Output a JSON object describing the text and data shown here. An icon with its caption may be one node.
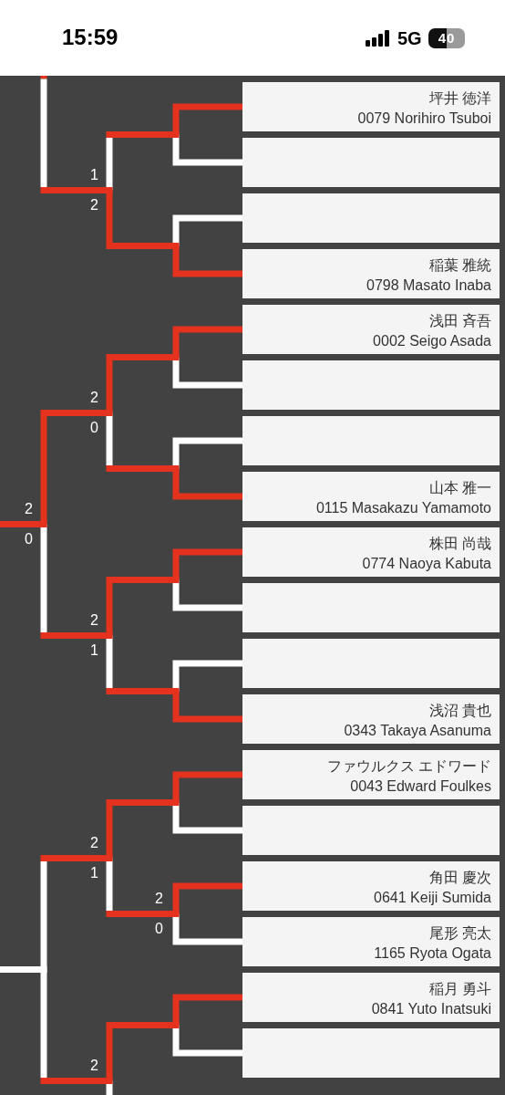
{
  "diagram": {
    "nodes": [
      {
        "text": [
          "坪井 徳洋",
          "0079 Norihiro Tsuboi"
        ]
      },
      {
        "text": [],
        "shape": "box"
      },
      {
        "text": [],
        "shape": "box"
      },
      {
        "text": [
          "稲葉 雅統",
          "0798 Masato Inaba"
        ]
      },
      {
        "text": [
          "浅田 斉吾",
          "0002 Seigo Asada"
        ]
      },
      {
        "text": [],
        "shape": "box"
      },
      {
        "text": [],
        "shape": "box"
      },
      {
        "text": [
          "山本 雅一",
          "0115 Masakazu Yamamoto"
        ]
      },
      {
        "text": [
          "株田 尚哉",
          "0774 Naoya Kabuta"
        ]
      },
      {
        "text": [],
        "shape": "box"
      },
      {
        "text": [],
        "shape": "box"
      },
      {
        "text": [
          "浅沼 貴也",
          "0343 Takaya Asanuma"
        ]
      },
      {
        "text": [
          "ファウルクス エドワード",
          "0043 Edward Foulkes"
        ]
      },
      {
        "text": [],
        "shape": "box"
      },
      {
        "text": [
          "角田 慶次",
          "0641 Keiji Sumida"
        ]
      },
      {
        "text": [
          "尾形 亮太",
          "1165 Ryota Ogata"
        ]
      },
      {
        "text": [
          "稲月 勇斗",
          "0841 Yuto Inatsuki"
        ]
      },
      {
        "text": [],
        "shape": "box"
      }
    ],
    "edges": [
      {
        "from": 0,
        "to": 1,
        "arrow": "none"
      },
      {
        "from": 3,
        "to": 2,
        "arrow": "none"
      },
      {
        "from": 4,
        "to": 5,
        "arrow": "none"
      },
      {
        "from": 7,
        "to": 6,
        "arrow": "none"
      },
      {
        "from": 8,
        "to": 9,
        "arrow": "none"
      },
      {
        "from": 11,
        "to": 10,
        "arrow": "none"
      },
      {
        "from": 12,
        "to": 13,
        "arrow": "none"
      },
      {
        "from": 14,
        "to": 15,
        "arrow": "none"
      },
      {
        "from": 16,
        "to": 17,
        "arrow": "none"
      }
    ],
    "labels": [
      "15:59",
      "5G",
      "40",
      "1",
      "2",
      "2",
      "0",
      "2",
      "0",
      "2",
      "1",
      "2",
      "1",
      "2",
      "0",
      "2"
    ]
  }
}
